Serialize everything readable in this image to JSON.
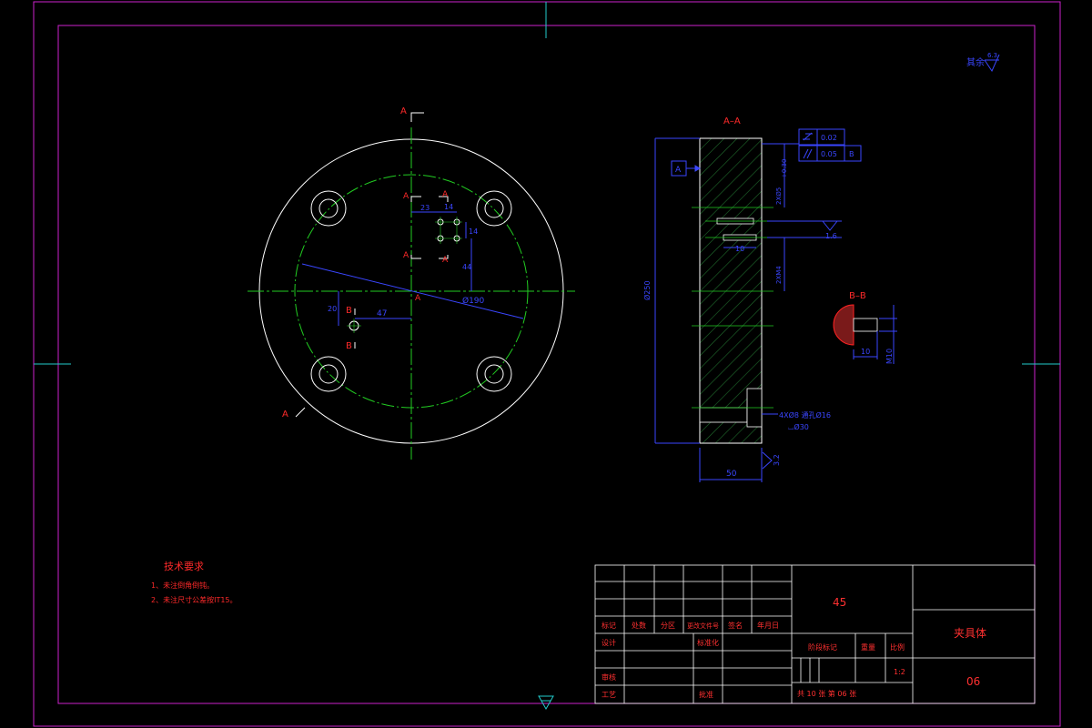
{
  "drawing": {
    "views": {
      "front": {
        "section_marks": [
          "A",
          "A",
          "A",
          "A",
          "A",
          "A"
        ],
        "center_label": "A",
        "view_b_marks": [
          "B",
          "B"
        ],
        "dims": {
          "small_d1": "23",
          "small_d2": "14",
          "small_d3": "14",
          "small_d4": "44",
          "b_vertical": "20",
          "b_horizontal": "47",
          "bolt_circle": "Ø190"
        }
      },
      "section_aa": {
        "title": "A–A",
        "datum_a": "A",
        "gdt_flatness": "0.02",
        "gdt_parallel": "0.05",
        "gdt_parallel_datum": "B",
        "dim_height": "Ø250",
        "dim_upper": "+0.30",
        "dim_hole_a": "2XØ5",
        "dim_hole_b": "2XM4",
        "dim_depth": "10",
        "dim_counterbore_1": "4XØ8 通孔Ø16",
        "dim_counterbore_2": "⌴Ø30",
        "dim_width": "50",
        "roughness_right": "1.6",
        "roughness_bottom": "3.2"
      },
      "section_bb": {
        "title": "B–B",
        "dim_depth": "10",
        "dim_thread": "M10"
      }
    },
    "roughness_rest": {
      "label": "其余",
      "value": "6.3"
    },
    "tech_requirements": {
      "title": "技术要求",
      "items": [
        "1、未注倒角倒钝。",
        "2、未注尺寸公差按IT15。"
      ]
    },
    "title_block": {
      "material": "45",
      "part_name": "夹具体",
      "drawing_no": "06",
      "change_row": [
        "标记",
        "处数",
        "分区",
        "更改文件号",
        "签名",
        "年月日"
      ],
      "design": "设计",
      "standardize": "标准化",
      "review": "审核",
      "process": "工艺",
      "approve": "批准",
      "stage_mark": "阶段标记",
      "weight": "重量",
      "scale": "比例",
      "scale_value": "1:2",
      "sheets": "共 10 张 第 06 张"
    }
  }
}
